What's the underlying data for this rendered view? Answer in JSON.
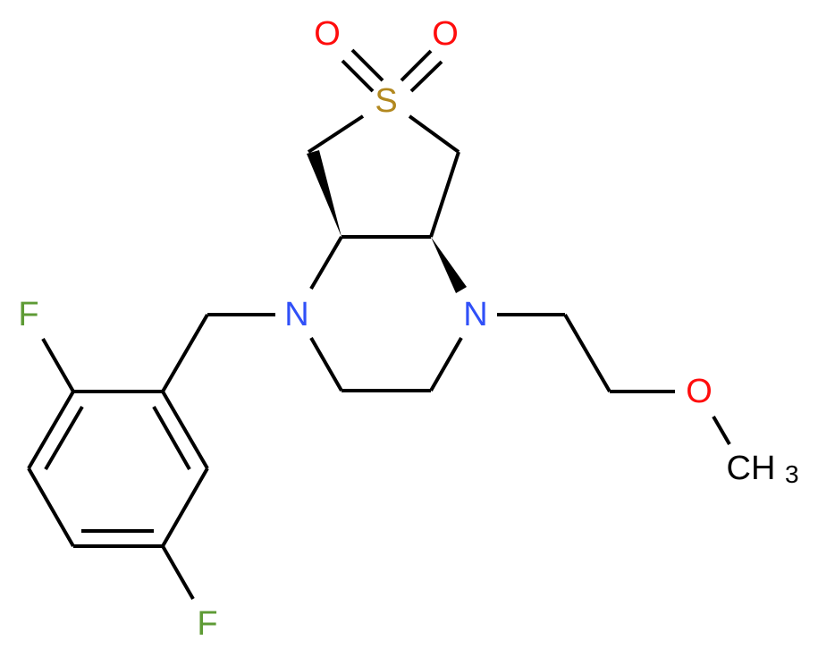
{
  "diagram": {
    "type": "chemical-structure",
    "atoms": {
      "O1": {
        "label": "O",
        "color": "#ff0d0d"
      },
      "O2": {
        "label": "O",
        "color": "#ff0d0d"
      },
      "S": {
        "label": "S",
        "color": "#b2881f"
      },
      "N1": {
        "label": "N",
        "color": "#3050f8"
      },
      "N2": {
        "label": "N",
        "color": "#3050f8"
      },
      "F1": {
        "label": "F",
        "color": "#5e9b35"
      },
      "F2": {
        "label": "F",
        "color": "#5e9b35"
      },
      "O3": {
        "label": "O",
        "color": "#ff0d0d"
      },
      "CH3": {
        "label": "CH",
        "subscript": "3",
        "color": "#000000"
      }
    }
  }
}
